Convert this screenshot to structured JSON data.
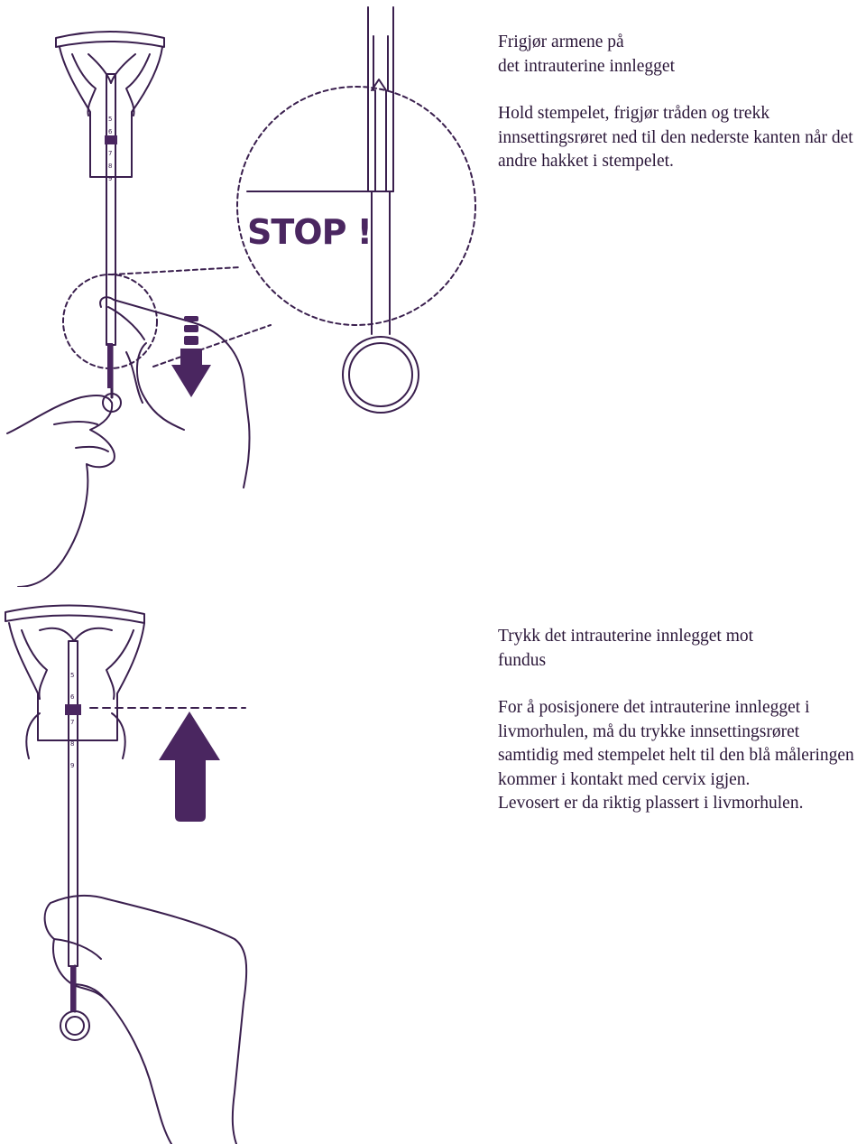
{
  "accent_color": "#4a2660",
  "line_color": "#3a1f4e",
  "step_release_arms": {
    "heading": "Frigjør armene på\ndet intrauterine innlegget",
    "body": "Hold stempelet, frigjør tråden og trekk innsettingsrøret ned til den nederste kanten når det andre hakket i stempelet.",
    "callout_label": "STOP !",
    "arrow_icon": "arrow-down-icon",
    "scale_ticks": [
      "5",
      "6",
      "7",
      "8",
      "9"
    ]
  },
  "step_push_fundus": {
    "heading": "Trykk det intrauterine innlegget mot\nfundus",
    "body": "For å posisjonere det intrauterine innlegget i livmorhulen, må du trykke innsettingsrøret samtidig med stempelet helt til den blå måleringen kommer i kontakt med cervix igjen.",
    "conclusion": "Levosert er da riktig plassert i livmorhulen.",
    "arrow_icon": "arrow-up-icon",
    "scale_ticks": [
      "5",
      "6",
      "7",
      "8",
      "9"
    ]
  }
}
